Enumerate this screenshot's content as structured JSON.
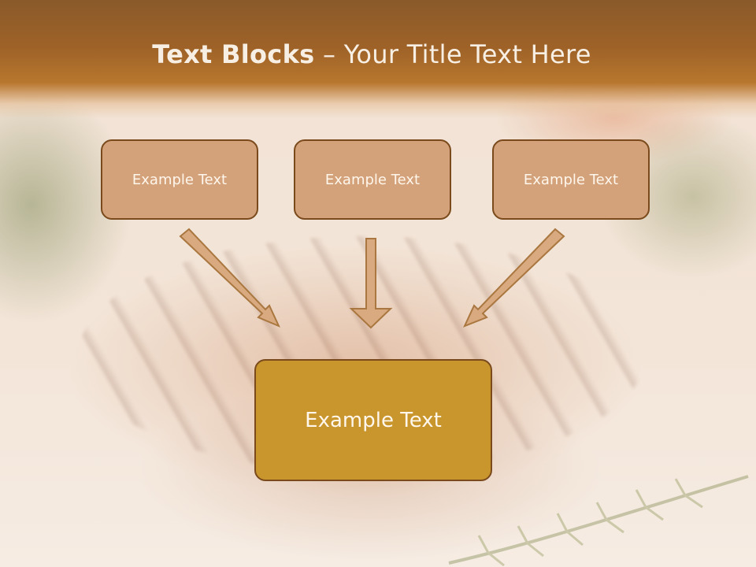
{
  "title": {
    "bold": "Text Blocks",
    "rest": " – Your Title Text Here"
  },
  "blocks": [
    {
      "label": "Example Text"
    },
    {
      "label": "Example Text"
    },
    {
      "label": "Example Text"
    }
  ],
  "target": {
    "label": "Example Text"
  },
  "colors": {
    "header": "#9e6228",
    "box_fill": "#d4a27a",
    "box_border": "#7a4a1c",
    "target_fill": "#c9962e",
    "arrow_fill": "#d9aa80"
  }
}
